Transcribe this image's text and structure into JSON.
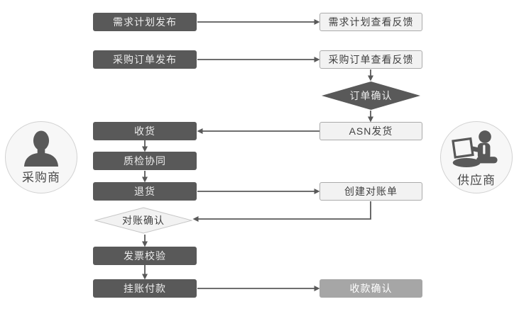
{
  "palette": {
    "dark_node_bg": "#595959",
    "dark_node_text": "#ededed",
    "light_node_bg": "#f2f2f2",
    "light_node_border": "#ababab",
    "light_diamond_border": "#c6c6c6",
    "light_node_text": "#404040",
    "muted_node_bg": "#a6a6a6",
    "muted_node_text": "#ffffff",
    "connector": "#595959",
    "actor_circle_bg": "#f7f7f7",
    "actor_circle_border": "#d2d2d2",
    "actor_icon": "#595959",
    "actor_text": "#4a4a4a"
  },
  "actors": {
    "buyer": {
      "label": "采购商",
      "icon": "person-bust-icon"
    },
    "supplier": {
      "label": "供应商",
      "icon": "person-at-laptop-icon"
    }
  },
  "nodes": {
    "demand_plan_publish": {
      "label": "需求计划发布"
    },
    "demand_plan_feedback": {
      "label": "需求计划查看反馈"
    },
    "po_publish": {
      "label": "采购订单发布"
    },
    "po_feedback": {
      "label": "采购订单查看反馈"
    },
    "order_confirm": {
      "label": "订单确认"
    },
    "asn_ship": {
      "label": "ASN发货"
    },
    "receive_goods": {
      "label": "收货"
    },
    "quality_check": {
      "label": "质检协同"
    },
    "return_goods": {
      "label": "退货"
    },
    "create_recon": {
      "label": "创建对账单"
    },
    "recon_confirm": {
      "label": "对账确认"
    },
    "invoice_verify": {
      "label": "发票校验"
    },
    "book_payment": {
      "label": "挂账付款"
    },
    "receipt_confirm": {
      "label": "收款确认"
    }
  }
}
